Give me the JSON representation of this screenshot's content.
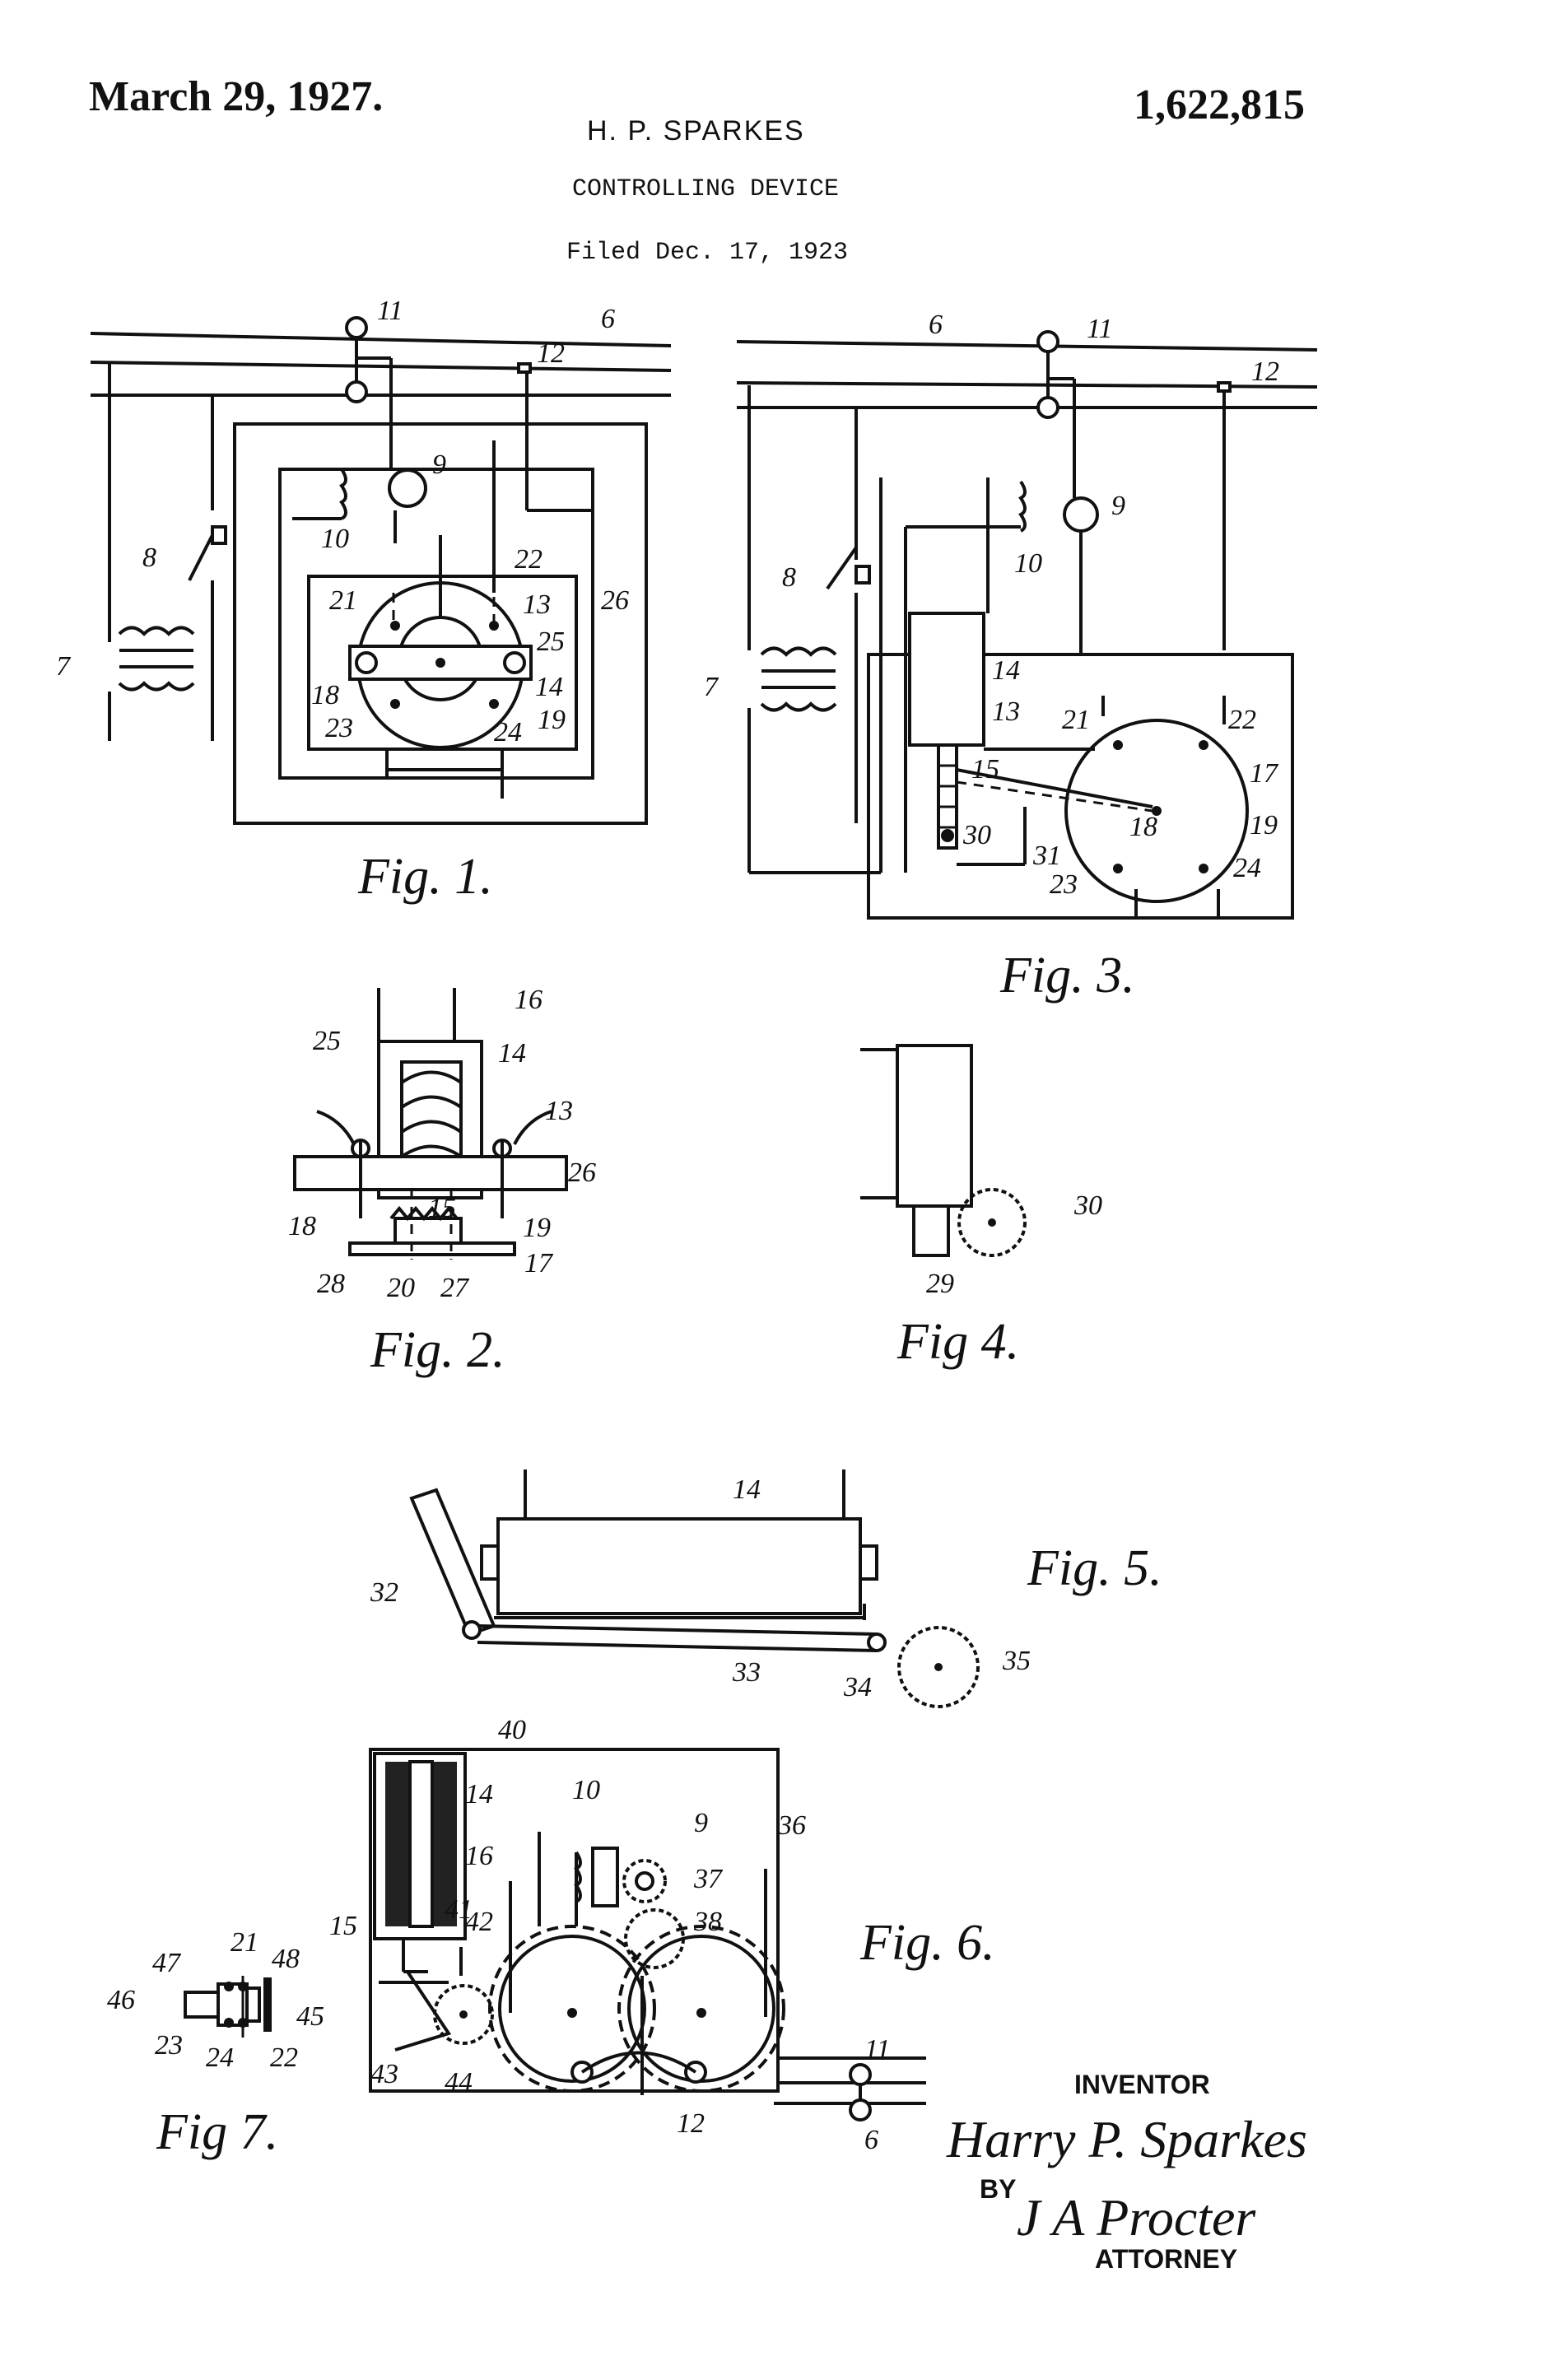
{
  "header": {
    "date": "March 29, 1927.",
    "patent_number": "1,622,815",
    "inventor": "H. P. SPARKES",
    "title": "CONTROLLING DEVICE",
    "filed": "Filed Dec. 17, 1923"
  },
  "figures": {
    "fig1": "Fig. 1.",
    "fig2": "Fig. 2.",
    "fig3": "Fig. 3.",
    "fig4": "Fig 4.",
    "fig5": "Fig. 5.",
    "fig6": "Fig. 6.",
    "fig7": "Fig 7."
  },
  "refs": {
    "r6": "6",
    "r7": "7",
    "r8": "8",
    "r9": "9",
    "r10": "10",
    "r11": "11",
    "r12": "12",
    "r13": "13",
    "r14": "14",
    "r15": "15",
    "r16": "16",
    "r17": "17",
    "r18": "18",
    "r19": "19",
    "r20": "20",
    "r21": "21",
    "r22": "22",
    "r23": "23",
    "r24": "24",
    "r25": "25",
    "r26": "26",
    "r27": "27",
    "r28": "28",
    "r29": "29",
    "r30": "30",
    "r31": "31",
    "r32": "32",
    "r33": "33",
    "r34": "34",
    "r35": "35",
    "r36": "36",
    "r37": "37",
    "r38": "38",
    "r40": "40",
    "r41": "41",
    "r42": "42",
    "r43": "43",
    "r44": "44",
    "r45": "45",
    "r46": "46",
    "r47": "47",
    "r48": "48"
  },
  "signature": {
    "inventor_caption": "INVENTOR",
    "inventor_signature": "Harry P. Sparkes",
    "by": "BY",
    "attorney_signature": "J A Procter",
    "attorney_caption": "ATTORNEY"
  }
}
